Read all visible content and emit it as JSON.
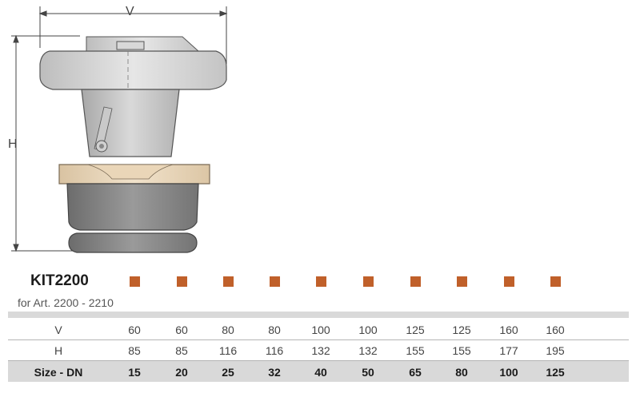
{
  "dims": {
    "width_label": "V",
    "height_label": "H"
  },
  "product": {
    "model": "KIT2200",
    "subtitle": "for Art. 2200 - 2210"
  },
  "marker_color": "#c0602a",
  "table": {
    "rows": [
      {
        "label": "V",
        "values": [
          "60",
          "60",
          "80",
          "80",
          "100",
          "100",
          "125",
          "125",
          "160",
          "160"
        ]
      },
      {
        "label": "H",
        "values": [
          "85",
          "85",
          "116",
          "116",
          "132",
          "132",
          "155",
          "155",
          "177",
          "195"
        ]
      },
      {
        "label": "Size - DN",
        "values": [
          "15",
          "20",
          "25",
          "32",
          "40",
          "50",
          "65",
          "80",
          "100",
          "125"
        ]
      }
    ]
  }
}
